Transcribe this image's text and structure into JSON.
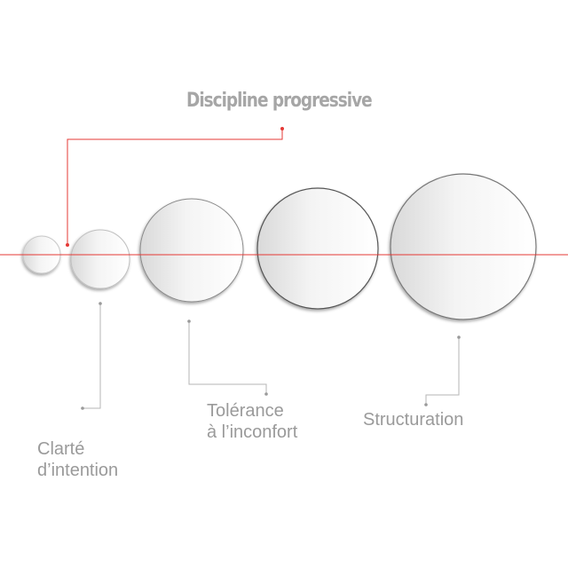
{
  "title": "Discipline progressive",
  "stages": [
    {
      "lines": [
        "Clarté",
        "d’intention"
      ]
    },
    {
      "lines": [
        "Tolérance",
        "à l’inconfort"
      ]
    },
    {
      "lines": [
        "Structuration"
      ]
    }
  ],
  "colors": {
    "title": "#a6a6a6",
    "label": "#9a9a9a",
    "accent": "#e53935",
    "leader": "#b5b5b5",
    "circle_rim": "#555555"
  }
}
